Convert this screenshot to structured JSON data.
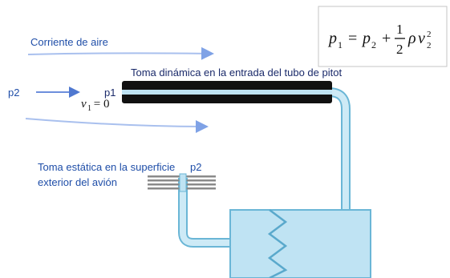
{
  "labels": {
    "air_stream": "Corriente de aire",
    "dynamic_port": "Toma dinámica en la entrada del tubo de pitot",
    "static_port_line1": "Toma estática en la superficie",
    "static_port_line2": "exterior del avión",
    "p2_left": "p2",
    "p1": "p1",
    "p2_static": "p2"
  },
  "v1_equation": {
    "v": "v",
    "sub": "1",
    "rhs": " = 0"
  },
  "formula": {
    "p": "p",
    "sub1": "1",
    "eq": "=",
    "sub2": "2",
    "plus": "+",
    "num": "1",
    "den": "2",
    "rho": "ρ",
    "v": "v",
    "vsub": "2",
    "vsup": "2"
  },
  "colors": {
    "arrow": "#5b7fd6",
    "tube_fill": "#bfe3f3",
    "tube_stroke": "#6ab6d6",
    "pitot_black": "#111111",
    "box_fill": "#bfe3f3",
    "plate": "#777777"
  }
}
